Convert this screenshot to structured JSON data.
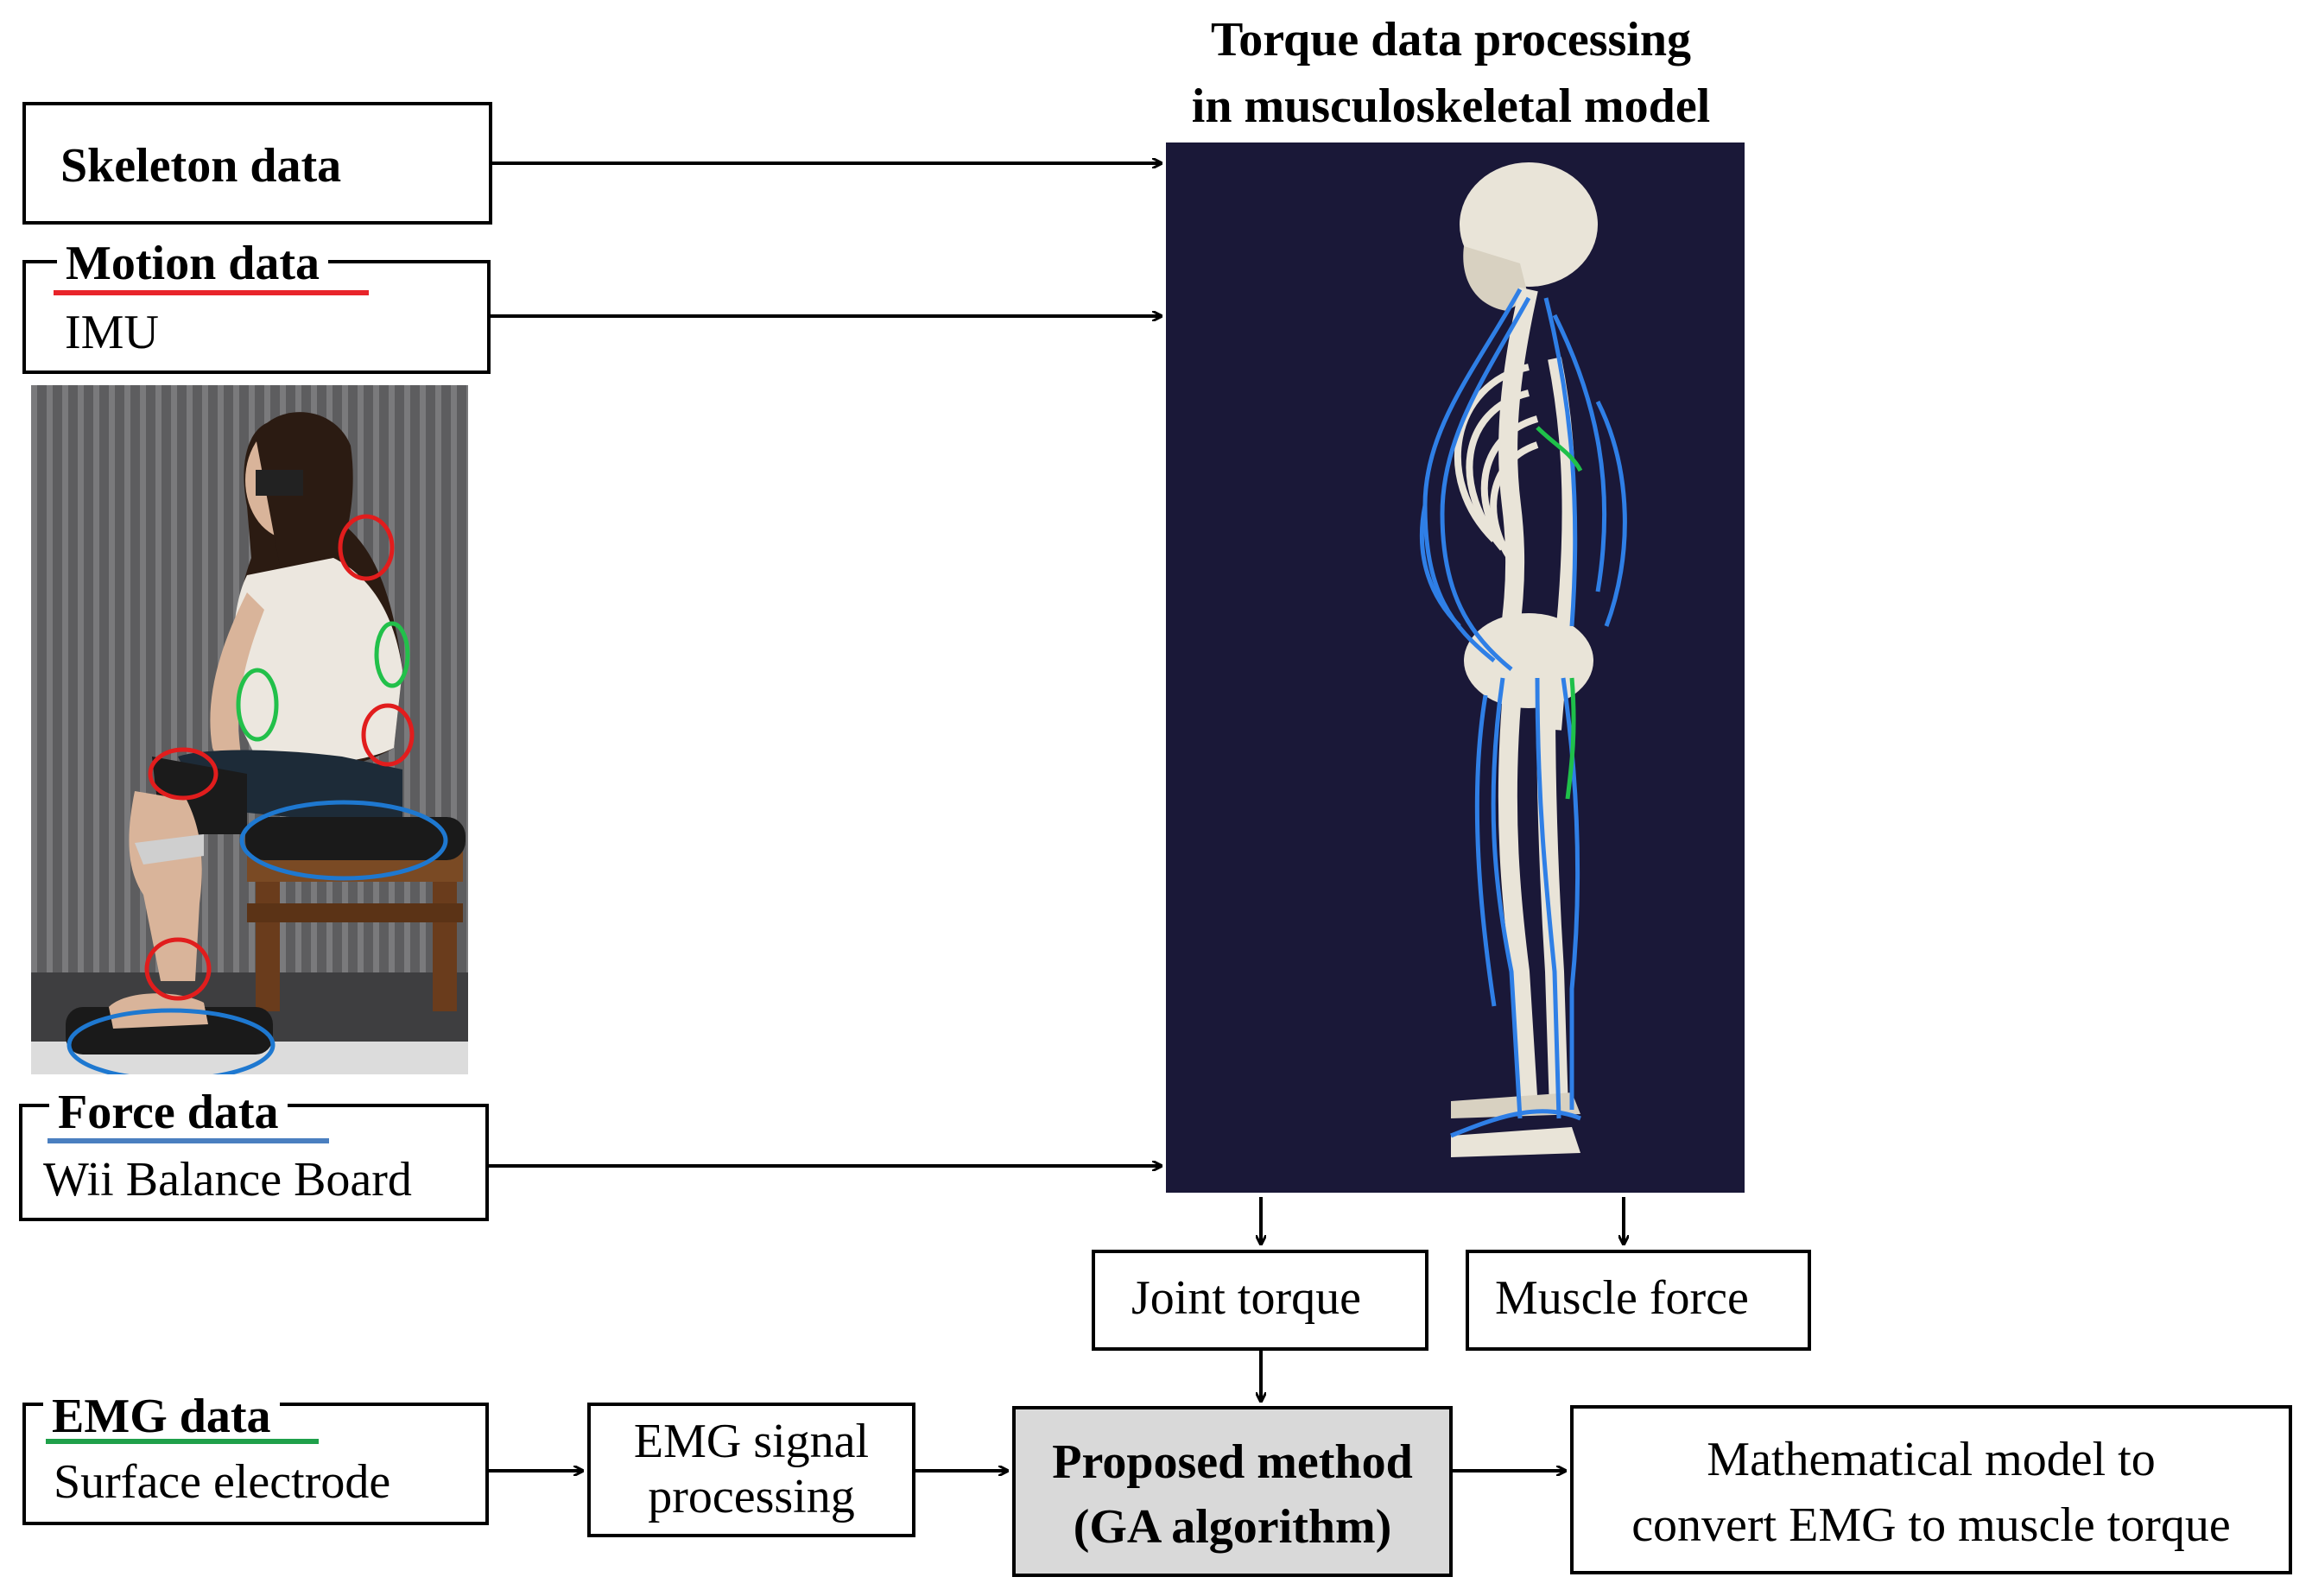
{
  "header": {
    "title_line1": "Torque data processing",
    "title_line2": "in musculoskeletal model"
  },
  "inputs": {
    "skeleton": {
      "title": "Skeleton data"
    },
    "motion": {
      "title": "Motion data",
      "subtitle": "IMU"
    },
    "force": {
      "title": "Force data",
      "subtitle": "Wii Balance Board"
    },
    "emg": {
      "title": "EMG data",
      "subtitle": "Surface electrode"
    }
  },
  "outputs": {
    "joint_torque": "Joint torque",
    "muscle_force": "Muscle force"
  },
  "processing": {
    "emg_signal_line1": "EMG signal",
    "emg_signal_line2": "processing",
    "proposed_line1": "Proposed method",
    "proposed_line2": "(GA algorithm)",
    "result_line1": "Mathematical model to",
    "result_line2": "convert EMG to muscle torque"
  },
  "colors": {
    "motion_underline": "#e8242a",
    "force_underline": "#4a7fc0",
    "emg_underline": "#1fa04a",
    "imu_marker": "#e11d1d",
    "emg_marker": "#22c04a",
    "force_marker": "#1e78d0",
    "model_background": "#1a1838",
    "muscle_lines": "#2f7fe6",
    "bone": "#e9e4d8",
    "proposed_fill": "#d9d9d9"
  }
}
